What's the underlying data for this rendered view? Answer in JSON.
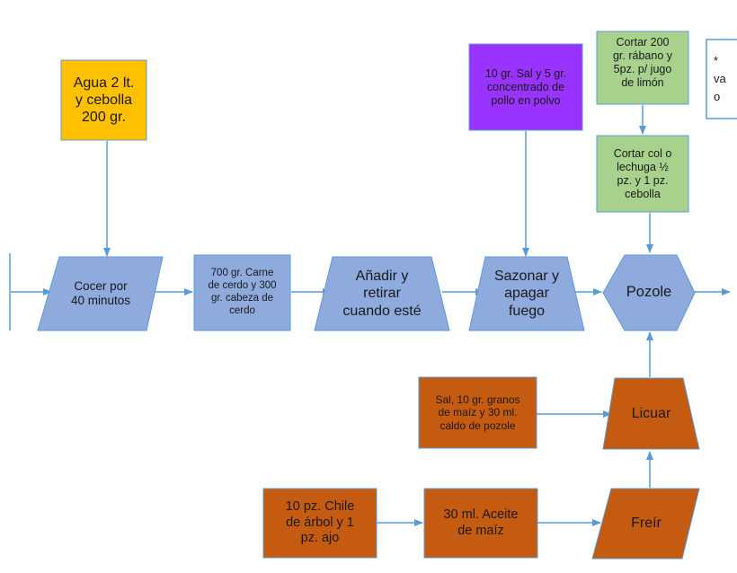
{
  "nodes": {
    "agua": {
      "label": "Agua 2 lt.\ny cebolla\n200 gr.",
      "color": "#FFC000"
    },
    "sal_concentrado": {
      "label": "10 gr. Sal y 5 gr.\nconcentrado de\npollo en polvo",
      "color": "#9933FF"
    },
    "cortar_rabano": {
      "label": "Cortar 200\ngr. rábano y\n5pz. p/ jugo\nde limón",
      "color": "#A9D18E"
    },
    "cortar_col": {
      "label": "Cortar col o\nlechuga ½\npz. y  1 pz.\ncebolla",
      "color": "#A9D18E"
    },
    "note_partial": {
      "label": "*\nva\no",
      "color": "#FFFFFF"
    },
    "cocer": {
      "label": "Cocer por\n40  minutos",
      "color": "#8FAADC"
    },
    "carne": {
      "label": "700 gr. Carne\nde cerdo y 300\ngr. cabeza de\ncerdo",
      "color": "#8FAADC"
    },
    "anadir": {
      "label": "Añadir y\nretirar\ncuando esté",
      "color": "#8FAADC"
    },
    "sazonar": {
      "label": "Sazonar y\napagar\nfuego",
      "color": "#8FAADC"
    },
    "pozole": {
      "label": "Pozole",
      "color": "#8FAADC"
    },
    "sal_granos": {
      "label": "Sal, 10 gr. granos\nde maíz y 30 ml.\ncaldo de pozole",
      "color": "#C55A11"
    },
    "licuar": {
      "label": "Licuar",
      "color": "#C55A11"
    },
    "chile": {
      "label": "10 pz. Chile\nde árbol y 1\npz.  ajo",
      "color": "#C55A11"
    },
    "aceite": {
      "label": "30 ml. Aceite\nde maíz",
      "color": "#C55A11"
    },
    "freir": {
      "label": "Freír",
      "color": "#C55A11"
    }
  },
  "colors": {
    "stroke": "#5B9BD5",
    "arrow": "#5B9BD5"
  }
}
